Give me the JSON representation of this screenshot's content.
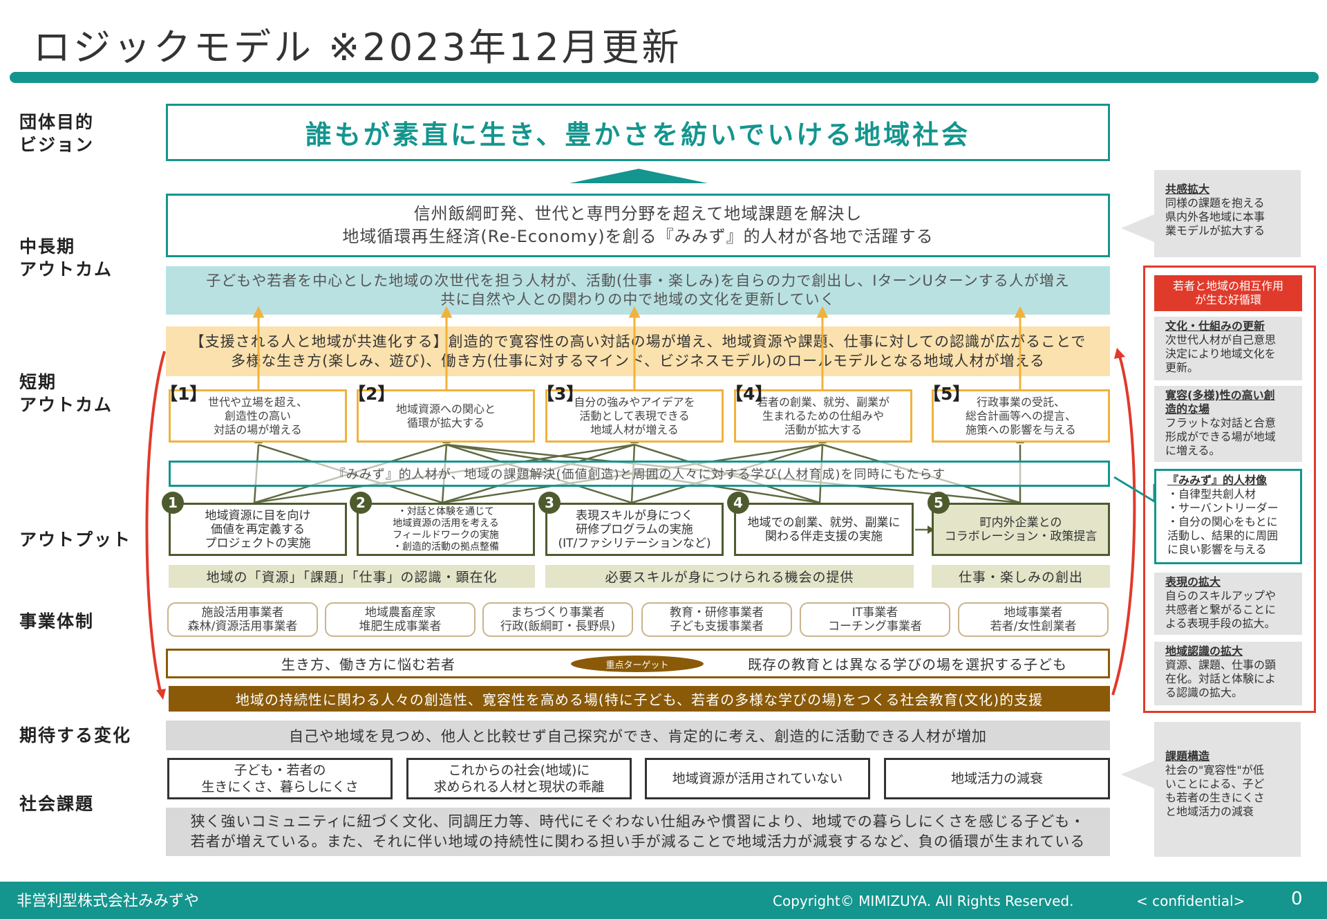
{
  "title": "ロジックモデル ※2023年12月更新",
  "row_labels": {
    "vision": [
      "団体目的",
      "ビジョン"
    ],
    "midterm": [
      "中長期",
      "アウトカム"
    ],
    "shortterm": [
      "短期",
      "アウトカム"
    ],
    "output": "アウトプット",
    "structure": "事業体制",
    "expected": "期待する変化",
    "social": "社会課題"
  },
  "vision": "誰もが素直に生き、豊かさを紡いでいける地域社会",
  "midterm": {
    "line1": "信州飯綱町発、世代と専門分野を超えて地域課題を解決し",
    "line2": "地域循環再生経済(Re-Economy)を創る『みみず』的人材が各地で活躍する",
    "cyan_line1": "子どもや若者を中心とした地域の次世代を担う人材が、活動(仕事・楽しみ)を自らの力で創出し、IターンUターンする人が増え",
    "cyan_line2": "共に自然や人との関わりの中で地域の文化を更新していく"
  },
  "shortterm": {
    "banner_line1": "【支援される人と地域が共進化する】創造的で寛容性の高い対話の場が増え、地域資源や課題、仕事に対しての認識が広がることで",
    "banner_line2": "多様な生き方(楽しみ、遊び)、働き方(仕事に対するマインド、ビジネスモデル)のロールモデルとなる地域人材が増える",
    "items": [
      {
        "num": "【1】",
        "lines": [
          "世代や立場を超え、",
          "創造性の高い",
          "対話の場が増える"
        ]
      },
      {
        "num": "【2】",
        "lines": [
          "地域資源への関心と",
          "循環が拡大する"
        ]
      },
      {
        "num": "【3】",
        "lines": [
          "自分の強みやアイデアを",
          "活動として表現できる",
          "地域人材が増える"
        ]
      },
      {
        "num": "【4】",
        "lines": [
          "若者の創業、就労、副業が",
          "生まれるための仕組みや",
          "活動が拡大する"
        ]
      },
      {
        "num": "【5】",
        "lines": [
          "行政事業の受託、",
          "総合計画等への提言、",
          "施策への影響を与える"
        ]
      }
    ],
    "teal_line": "『みみず』的人材が、地域の課題解決(価値創造)と周囲の人々に対する学び(人材育成)を同時にもたらす"
  },
  "outputs": {
    "items": [
      {
        "num": "1",
        "lines": [
          "地域資源に目を向け",
          "価値を再定義する",
          "プロジェクトの実施"
        ]
      },
      {
        "num": "2",
        "lines": [
          "・対話と体験を通じて",
          "地域資源の活用を考える",
          "フィールドワークの実施",
          "・創造的活動の拠点整備"
        ]
      },
      {
        "num": "3",
        "lines": [
          "表現スキルが身につく",
          "研修プログラムの実施",
          "(IT/ファシリテーションなど)"
        ]
      },
      {
        "num": "4",
        "lines": [
          "地域での創業、就労、副業に",
          "関わる伴走支援の実施"
        ]
      },
      {
        "num": "5",
        "lines": [
          "町内外企業との",
          "コラボレーション・政策提言"
        ]
      }
    ],
    "groups": [
      "地域の「資源」「課題」「仕事」の認識・顕在化",
      "必要スキルが身につけられる機会の提供",
      "仕事・楽しみの創出"
    ]
  },
  "structure": {
    "partners": [
      [
        "施設活用事業者",
        "森林/資源活用事業者"
      ],
      [
        "地域農畜産家",
        "堆肥生成事業者"
      ],
      [
        "まちづくり事業者",
        "行政(飯綱町・長野県)"
      ],
      [
        "教育・研修事業者",
        "子ども支援事業者"
      ],
      [
        "IT事業者",
        "コーチング事業者"
      ],
      [
        "地域事業者",
        "若者/女性創業者"
      ]
    ],
    "target_left": "生き方、働き方に悩む若者",
    "target_label": "重点ターゲット",
    "target_right": "既存の教育とは異なる学びの場を選択する子ども",
    "support": "地域の持続性に関わる人々の創造性、寛容性を高める場(特に子ども、若者の多様な学びの場)をつくる社会教育(文化)的支援"
  },
  "expected": "自己や地域を見つめ、他人と比較せず自己探究ができ、肯定的に考え、創造的に活動できる人材が増加",
  "social": {
    "issues": [
      [
        "子ども・若者の",
        "生きにくさ、暮らしにくさ"
      ],
      [
        "これからの社会(地域)に",
        "求められる人材と現状の乖離"
      ],
      [
        "地域資源が活用されていない"
      ],
      [
        "地域活力の減衰"
      ]
    ],
    "line1": "狭く強いコミュニティに紐づく文化、同調圧力等、時代にそぐわない仕組みや慣習により、地域での暮らしにくさを感じる子ども・",
    "line2": "若者が増えている。また、それに伴い地域の持続性に関わる担い手が減ることで地域活力が減衰するなど、負の循環が生まれている"
  },
  "side": {
    "kyokan": {
      "title": "共感拡大",
      "lines": [
        "同様の課題を抱える",
        "県内外各地域に本事",
        "業モデルが拡大する"
      ]
    },
    "red_header": [
      "若者と地域の相互作用",
      "が生む好循環"
    ],
    "items": [
      {
        "title": "文化・仕組みの更新",
        "lines": [
          "次世代人材が自己意思",
          "決定により地域文化を",
          "更新。"
        ]
      },
      {
        "title": "寛容(多様)性の高い創",
        "title2": "造的な場",
        "lines": [
          "フラットな対話と合意",
          "形成ができる場が地域",
          "に増える。"
        ]
      },
      {
        "title": "『みみず』的人材像",
        "lines": [
          "・自律型共創人材",
          "・サーバントリーダー",
          "・自分の関心をもとに",
          "活動し、結果的に周囲",
          "に良い影響を与える"
        ]
      },
      {
        "title": "表現の拡大",
        "lines": [
          "自らのスキルアップや",
          "共感者と繋がることに",
          "よる表現手段の拡大。"
        ]
      },
      {
        "title": "地域認識の拡大",
        "lines": [
          "資源、課題、仕事の顕",
          "在化。対話と体験によ",
          "る認識の拡大。"
        ]
      }
    ],
    "kadai": {
      "title": "課題構造",
      "lines": [
        "社会の\"寛容性\"が低",
        "いことによる、子ど",
        "も若者の生きにくさ",
        "と地域活力の減衰"
      ]
    }
  },
  "footer": {
    "company": "非営利型株式会社みみずや",
    "copyright": "Copyright© MIMIZUYA. All Rights Reserved.",
    "confidential": "< confidential>",
    "page": "0"
  },
  "colors": {
    "teal": "#14958e",
    "orange_border": "#f0b23c",
    "olive": "#4e5b2e",
    "brown": "#8a5a08",
    "red": "#e03a2b"
  }
}
